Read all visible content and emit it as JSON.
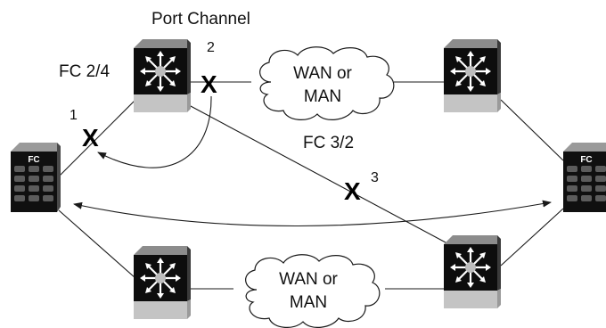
{
  "labels": {
    "port_channel": "Port Channel",
    "fc_2_4": "FC 2/4",
    "fc_3_2": "FC 3/2",
    "num_1": "1",
    "num_2": "2",
    "num_3": "3",
    "fail_mark": "X"
  },
  "clouds": {
    "top": {
      "line1": "WAN or",
      "line2": "MAN"
    },
    "bottom": {
      "line1": "WAN or",
      "line2": "MAN"
    }
  },
  "devices": {
    "left_fc": "FC",
    "right_fc": "FC"
  },
  "colors": {
    "switch_top": "#8a8a8a",
    "switch_face": "#0d0d0d",
    "switch_bottom": "#c4c4c4",
    "line": "#1a1a1a"
  }
}
